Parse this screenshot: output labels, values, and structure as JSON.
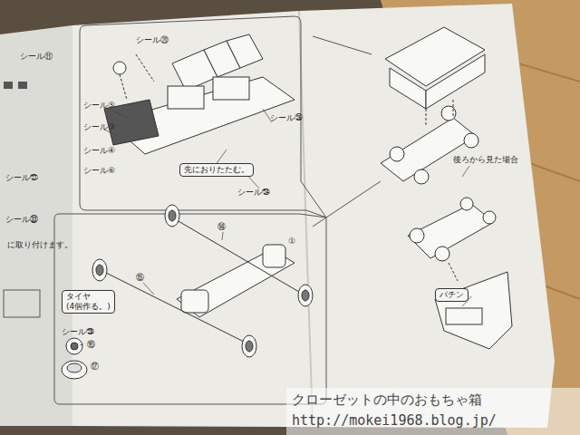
{
  "diagram": {
    "nodes": [
      {
        "text": [
          "先におりたたむ。"
        ]
      },
      {
        "text": [
          "タイヤ",
          "(4個作る。)"
        ]
      },
      {
        "text": [
          "パチン"
        ]
      }
    ],
    "labels": [
      "シール⑪",
      "シール㉗",
      "シール㉝",
      "に取り付けます。",
      "シール⑳",
      "シール⑤",
      "シール③",
      "シール④",
      "シール⑥",
      "シール㉖",
      "シール㉔",
      "⑭",
      "⑮",
      "①",
      "シール㉘",
      "⑯",
      "⑰",
      "後ろから見た場合",
      "クローゼットの中のおもちゃ箱",
      "http://mokei1968.blog.jp/"
    ]
  }
}
